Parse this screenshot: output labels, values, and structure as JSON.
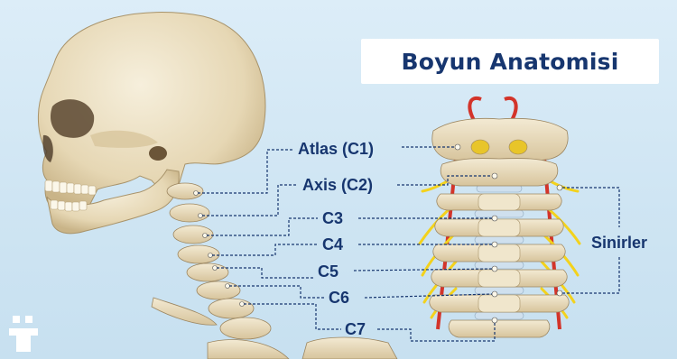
{
  "title": "Boyun Anatomisi",
  "vertebrae_labels": [
    "Atlas (C1)",
    "Axis (C2)",
    "C3",
    "C4",
    "C5",
    "C6",
    "C7"
  ],
  "nerves_label": "Sinirler",
  "colors": {
    "title_text": "#17366f",
    "title_box": "#ffffff",
    "background": "#d4e8f5",
    "bone": "#eadfc2",
    "nerve": "#f3d21d",
    "artery": "#d3342a",
    "disc": "#cfe0ee"
  },
  "icons": [
    "brand-logo-icon"
  ]
}
